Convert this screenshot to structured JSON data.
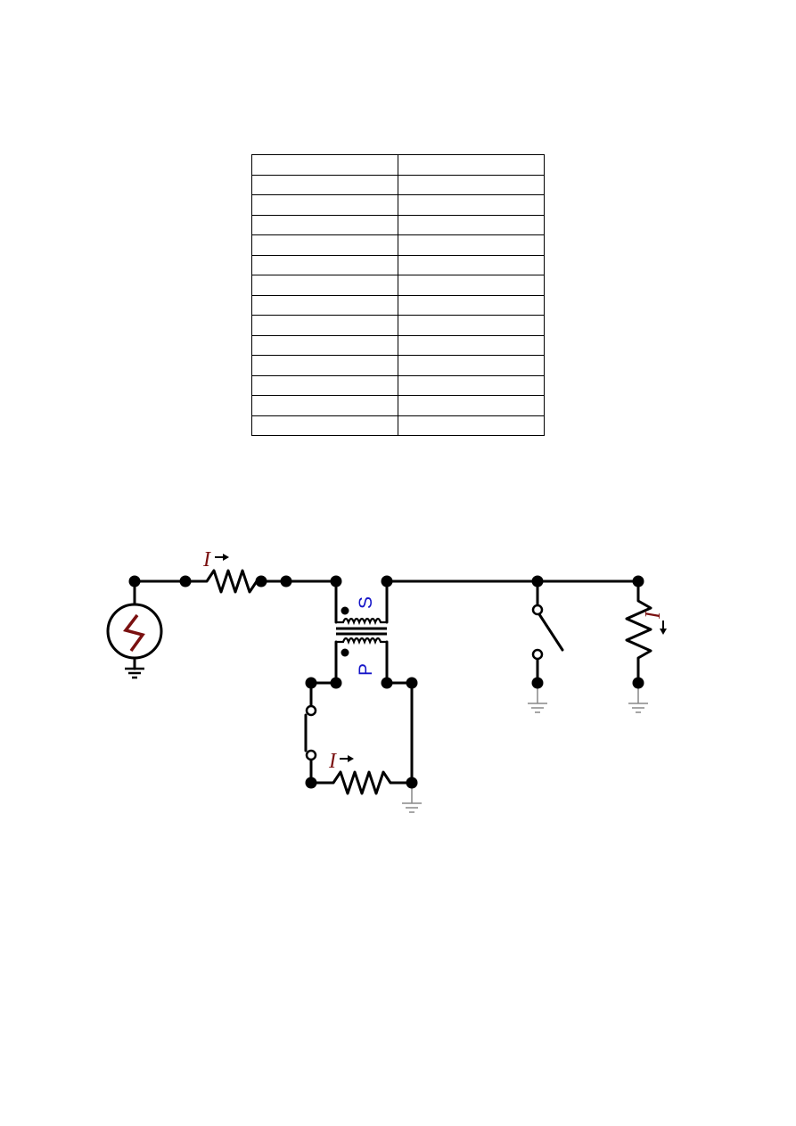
{
  "table": {
    "rows": [
      [
        "",
        ""
      ],
      [
        "",
        ""
      ],
      [
        "",
        ""
      ],
      [
        "",
        ""
      ],
      [
        "",
        ""
      ],
      [
        "",
        ""
      ],
      [
        "",
        ""
      ],
      [
        "",
        ""
      ],
      [
        "",
        ""
      ],
      [
        "",
        ""
      ],
      [
        "",
        ""
      ],
      [
        "",
        ""
      ],
      [
        "",
        ""
      ],
      [
        "",
        ""
      ]
    ]
  },
  "circuit": {
    "current_label": "I",
    "secondary_label": "S",
    "primary_label": "P",
    "colors": {
      "wire": "#000000",
      "current_label": "#7a1010",
      "winding_label": "#1414c8",
      "source": "#7a1010",
      "ground": "#888888"
    }
  }
}
